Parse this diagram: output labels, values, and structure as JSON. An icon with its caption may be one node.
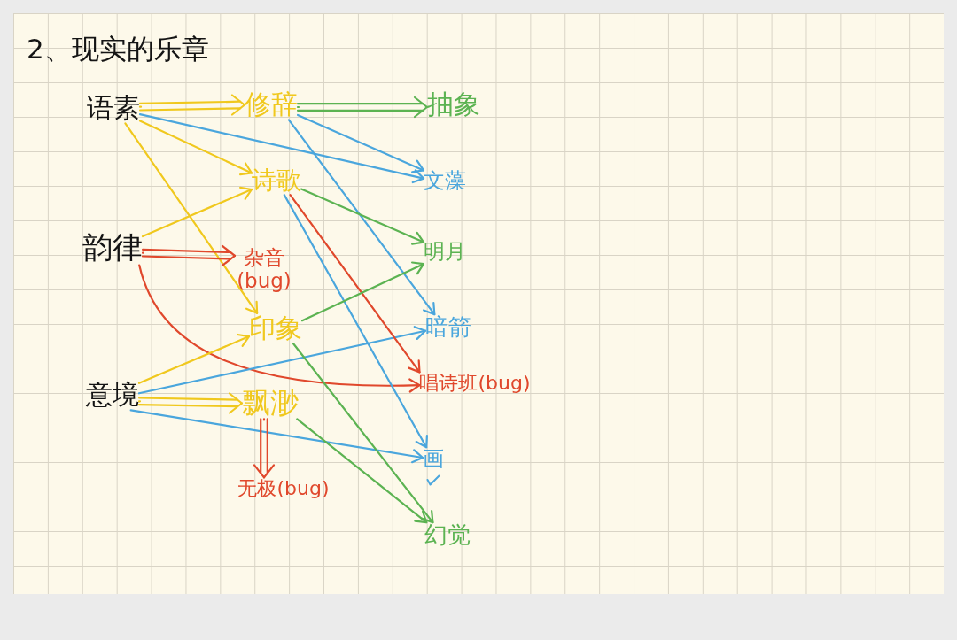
{
  "diagram": {
    "title": "2、现实的乐章",
    "nodes": [
      {
        "text": [
          "语素"
        ]
      },
      {
        "text": [
          "韵律"
        ]
      },
      {
        "text": [
          "意境"
        ]
      },
      {
        "text": [
          "修辞"
        ]
      },
      {
        "text": [
          "诗歌"
        ]
      },
      {
        "text": [
          "杂音(bug)"
        ]
      },
      {
        "text": [
          "印象"
        ]
      },
      {
        "text": [
          "飘渺"
        ]
      },
      {
        "text": [
          "无极(bug)"
        ]
      },
      {
        "text": [
          "抽象"
        ]
      },
      {
        "text": [
          "文藻"
        ]
      },
      {
        "text": [
          "明月"
        ]
      },
      {
        "text": [
          "暗箭"
        ]
      },
      {
        "text": [
          "唱诗班(bug)"
        ]
      },
      {
        "text": [
          "画"
        ]
      },
      {
        "text": [
          "幻觉"
        ]
      }
    ],
    "edges": [
      {
        "from": 0,
        "to": 3,
        "arrow": "to",
        "color": "#f0c81e"
      },
      {
        "from": 0,
        "to": 4,
        "arrow": "to",
        "color": "#f0c81e"
      },
      {
        "from": 0,
        "to": 6,
        "arrow": "to",
        "color": "#f0c81e"
      },
      {
        "from": 0,
        "to": 10,
        "arrow": "to",
        "color": "#4aa6dd"
      },
      {
        "from": 1,
        "to": 4,
        "arrow": "to",
        "color": "#f0c81e"
      },
      {
        "from": 1,
        "to": 5,
        "arrow": "to",
        "color": "#e0482c"
      },
      {
        "from": 1,
        "to": 13,
        "arrow": "to",
        "color": "#e0482c"
      },
      {
        "from": 2,
        "to": 6,
        "arrow": "to",
        "color": "#f0c81e"
      },
      {
        "from": 2,
        "to": 12,
        "arrow": "to",
        "color": "#4aa6dd"
      },
      {
        "from": 2,
        "to": 7,
        "arrow": "to",
        "color": "#f0c81e"
      },
      {
        "from": 2,
        "to": 14,
        "arrow": "to",
        "color": "#4aa6dd"
      },
      {
        "from": 3,
        "to": 9,
        "arrow": "to",
        "color": "#5cb352"
      },
      {
        "from": 3,
        "to": 10,
        "arrow": "to",
        "color": "#4aa6dd"
      },
      {
        "from": 3,
        "to": 12,
        "arrow": "to",
        "color": "#4aa6dd"
      },
      {
        "from": 4,
        "to": 11,
        "arrow": "to",
        "color": "#5cb352"
      },
      {
        "from": 4,
        "to": 13,
        "arrow": "to",
        "color": "#e0482c"
      },
      {
        "from": 4,
        "to": 14,
        "arrow": "to",
        "color": "#4aa6dd"
      },
      {
        "from": 6,
        "to": 11,
        "arrow": "to",
        "color": "#5cb352"
      },
      {
        "from": 6,
        "to": 15,
        "arrow": "to",
        "color": "#5cb352"
      },
      {
        "from": 7,
        "to": 15,
        "arrow": "to",
        "color": "#5cb352"
      },
      {
        "from": 7,
        "to": 8,
        "arrow": "to",
        "color": "#e0482c"
      }
    ]
  }
}
